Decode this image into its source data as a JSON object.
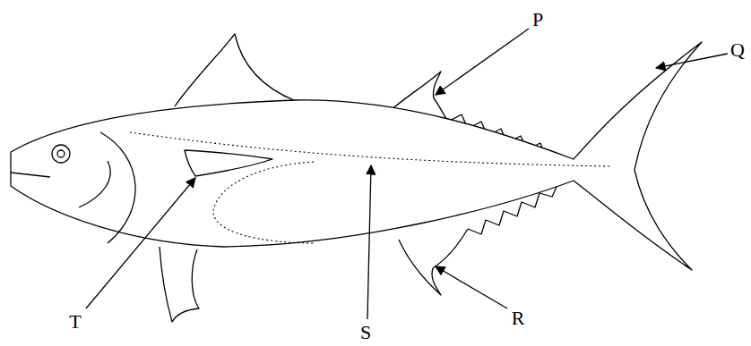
{
  "diagram": {
    "labels": [
      "P",
      "Q",
      "R",
      "S",
      "T"
    ]
  }
}
